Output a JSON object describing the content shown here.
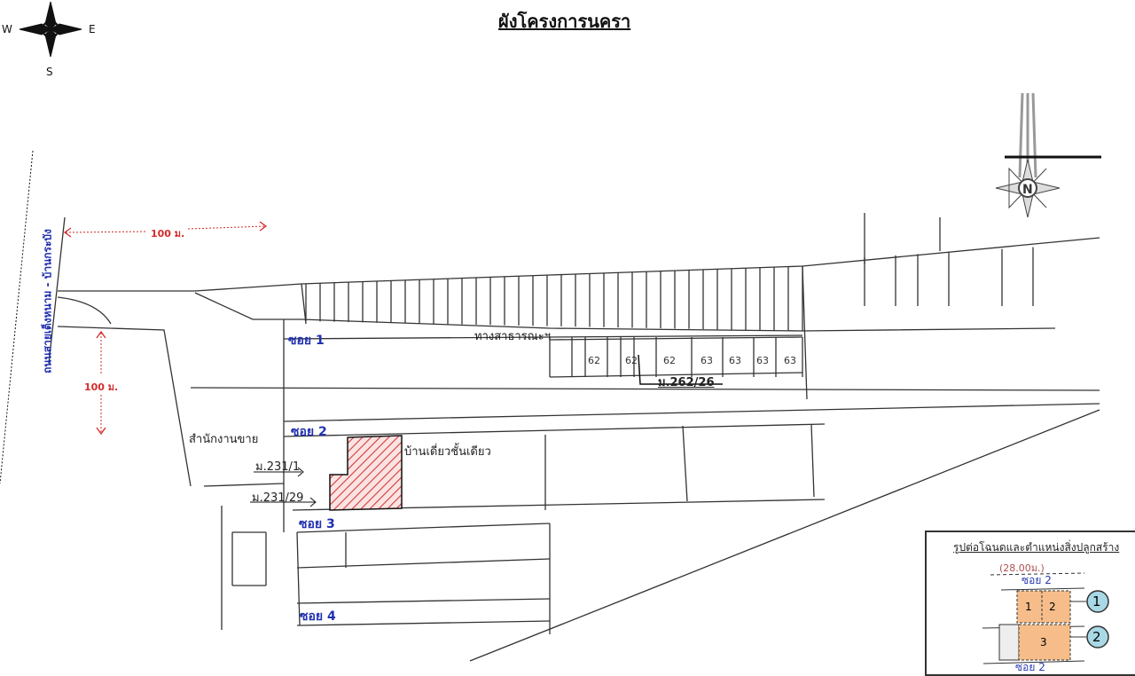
{
  "title": "ผังโครงการนครา",
  "compass": {
    "west": "W",
    "east": "E",
    "south": "S",
    "north_rose": "N"
  },
  "road_name": "ถนนสายเต็งหนาม - บ้านกระบัง",
  "dimensions": {
    "horizontal": "100 ม.",
    "vertical": "100 ม."
  },
  "soi_labels": [
    "ซอย 1",
    "ซอย 2",
    "ซอย 3",
    "ซอย 4"
  ],
  "annotations": {
    "public_way": "ทางสาธารณะฯ",
    "sales_office": "สำนักงานขาย",
    "single_house": "บ้านเดี่ยวชั้นเดียว",
    "plot_231_1": "ม.231/1",
    "plot_231_29": "ม.231/29",
    "plot_262_26": "ม.262/26"
  },
  "row_lots": [
    "62",
    "62",
    "62",
    "63",
    "63",
    "63",
    "63"
  ],
  "inset": {
    "title": "รูปต่อโฉนดและตำแหน่งสิ่งปลูกสร้าง",
    "width_label": "(28.00ม.)",
    "soi_top": "ซอย 2",
    "soi_bottom": "ซอย 2",
    "plots": [
      "1",
      "2",
      "3"
    ],
    "markers": [
      "1",
      "2"
    ]
  },
  "colors": {
    "hatch": "#d63a3a",
    "soi": "#1f2fb0",
    "dimension": "#d42a2a",
    "plot_fill": "#f6bd8a",
    "marker_fill": "#a9d8e6"
  }
}
